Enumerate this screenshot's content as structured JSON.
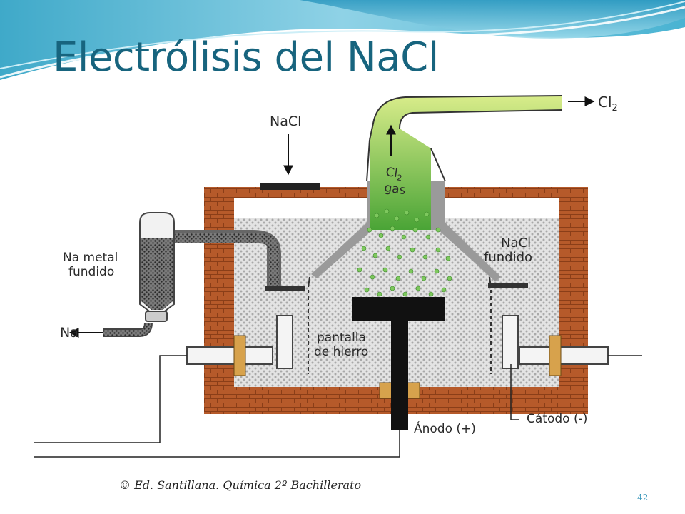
{
  "slide": {
    "title": "Electrólisis del NaCl",
    "caption": "© Ed. Santillana. Química 2º Bachillerato",
    "page_number": "42"
  },
  "diagram": {
    "labels": {
      "nacl_input": "NaCl",
      "cl2_output": "Cl",
      "cl2_output_sub": "2",
      "cl2_gas_line1": "Cl",
      "cl2_gas_sub": "2",
      "cl2_gas_line2": "gas",
      "na_metal_line1": "Na metal",
      "na_metal_line2": "fundido",
      "na_output": "Na",
      "nacl_fundido_line1": "NaCl",
      "nacl_fundido_line2": "fundido",
      "pantalla_line1": "pantalla",
      "pantalla_line2": "de hierro",
      "anodo": "Ánodo (+)",
      "catodo": "Cátodo (-)"
    }
  },
  "colors": {
    "title": "#17647e",
    "brick": "#b65a2a",
    "electrolyte": "#d9d9d9",
    "chlorine_gas": "#5cae3a",
    "electrode": "#111111",
    "page_number": "#2a8fb5"
  }
}
